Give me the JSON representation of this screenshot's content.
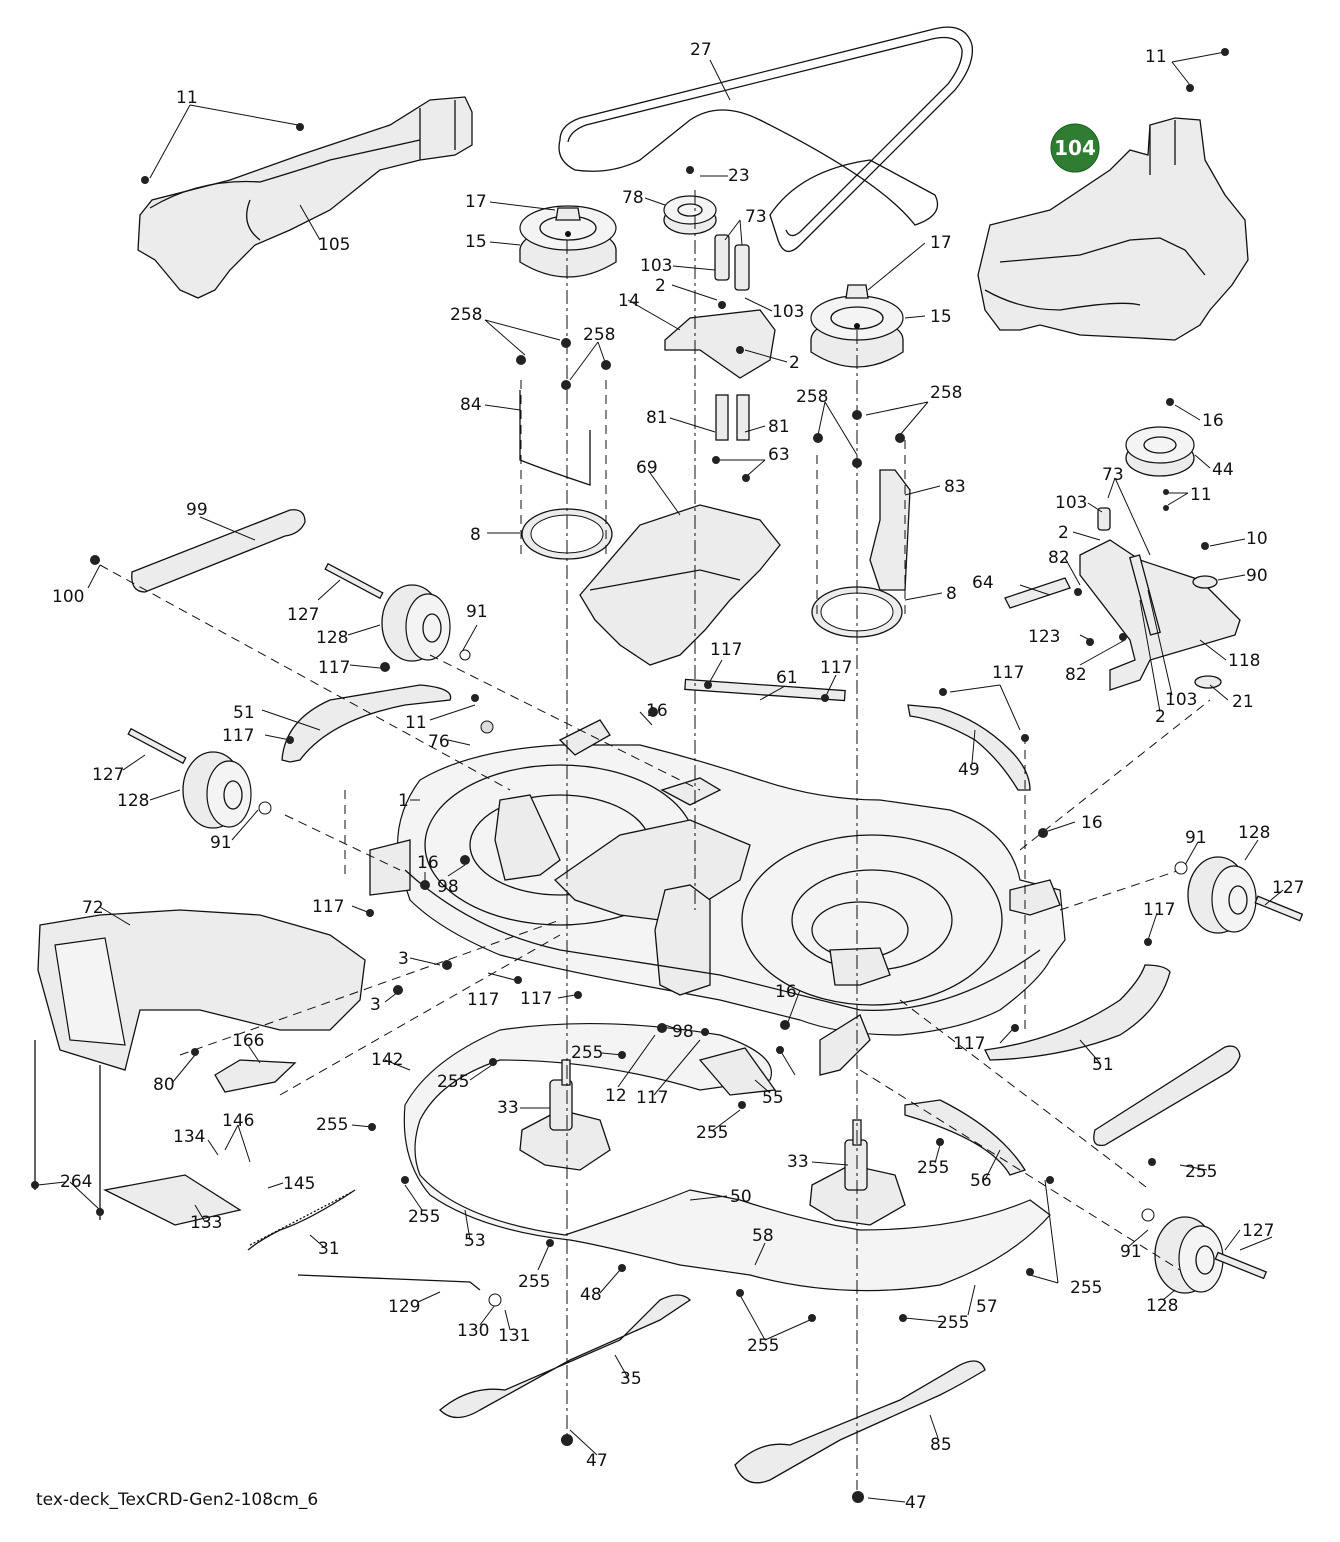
{
  "diagram": {
    "caption": "tex-deck_TexCRD-Gen2-108cm_6",
    "highlight": {
      "text": "104",
      "color": "#2e7d32"
    },
    "labels": [
      "27",
      "11",
      "11",
      "105",
      "17",
      "15",
      "78",
      "23",
      "73",
      "103",
      "2",
      "103",
      "14",
      "2",
      "17",
      "15",
      "258",
      "258",
      "84",
      "81",
      "81",
      "63",
      "258",
      "258",
      "16",
      "44",
      "73",
      "103",
      "2",
      "11",
      "10",
      "90",
      "82",
      "64",
      "123",
      "82",
      "118",
      "103",
      "2",
      "21",
      "8",
      "69",
      "83",
      "8",
      "99",
      "100",
      "127",
      "128",
      "91",
      "117",
      "117",
      "61",
      "117",
      "117",
      "49",
      "51",
      "11",
      "76",
      "16",
      "117",
      "127",
      "128",
      "91",
      "1",
      "16",
      "98",
      "16",
      "91",
      "128",
      "127",
      "117",
      "72",
      "3",
      "3",
      "117",
      "117",
      "117",
      "16",
      "166",
      "98",
      "117",
      "51",
      "80",
      "12",
      "117",
      "255",
      "142",
      "255",
      "55",
      "33",
      "255",
      "255",
      "255",
      "134",
      "146",
      "145",
      "33",
      "255",
      "56",
      "133",
      "264",
      "31",
      "255",
      "53",
      "50",
      "255",
      "91",
      "127",
      "58",
      "48",
      "255",
      "57",
      "129",
      "130",
      "131",
      "255",
      "255",
      "128",
      "35",
      "85",
      "47",
      "47"
    ]
  }
}
